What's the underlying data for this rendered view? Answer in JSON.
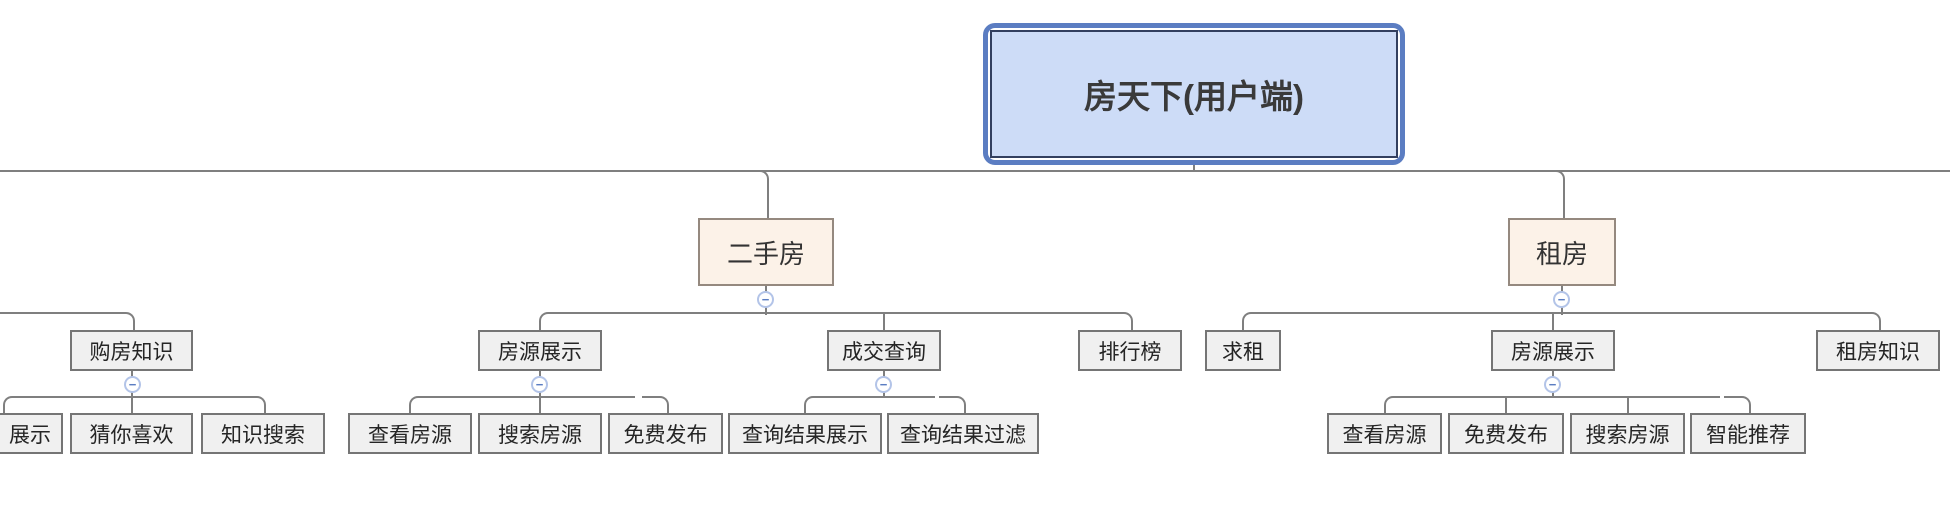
{
  "colors": {
    "root_fill": "#cddcf7",
    "root_outer_border": "#5b7dc2",
    "root_inner_border": "#323f5f",
    "branch_fill": "#fcf2e8",
    "branch_border": "#95897f",
    "node_fill": "#f0f0f0",
    "node_border": "#757575",
    "connector_line": "#7f7f7f",
    "collapse_ring": "#b3c4e8",
    "collapse_glyph_color": "#5b7dc2"
  },
  "mindmap": {
    "root": {
      "label": "房天下(用户端)"
    },
    "collapse_glyph": "−",
    "clipped_branch": {
      "label": "购房知识",
      "children": [
        {
          "label": "展示"
        },
        {
          "label": "猜你喜欢"
        },
        {
          "label": "知识搜索"
        }
      ]
    },
    "branches": [
      {
        "label": "二手房",
        "children": [
          {
            "label": "房源展示",
            "children": [
              {
                "label": "查看房源"
              },
              {
                "label": "搜索房源"
              },
              {
                "label": "免费发布"
              }
            ]
          },
          {
            "label": "成交查询",
            "children": [
              {
                "label": "查询结果展示"
              },
              {
                "label": "查询结果过滤"
              }
            ]
          },
          {
            "label": "排行榜",
            "children": []
          }
        ]
      },
      {
        "label": "租房",
        "children": [
          {
            "label": "求租",
            "children": []
          },
          {
            "label": "房源展示",
            "children": [
              {
                "label": "查看房源"
              },
              {
                "label": "免费发布"
              },
              {
                "label": "搜索房源"
              },
              {
                "label": "智能推荐"
              }
            ]
          },
          {
            "label": "租房知识",
            "children": []
          }
        ]
      }
    ]
  }
}
